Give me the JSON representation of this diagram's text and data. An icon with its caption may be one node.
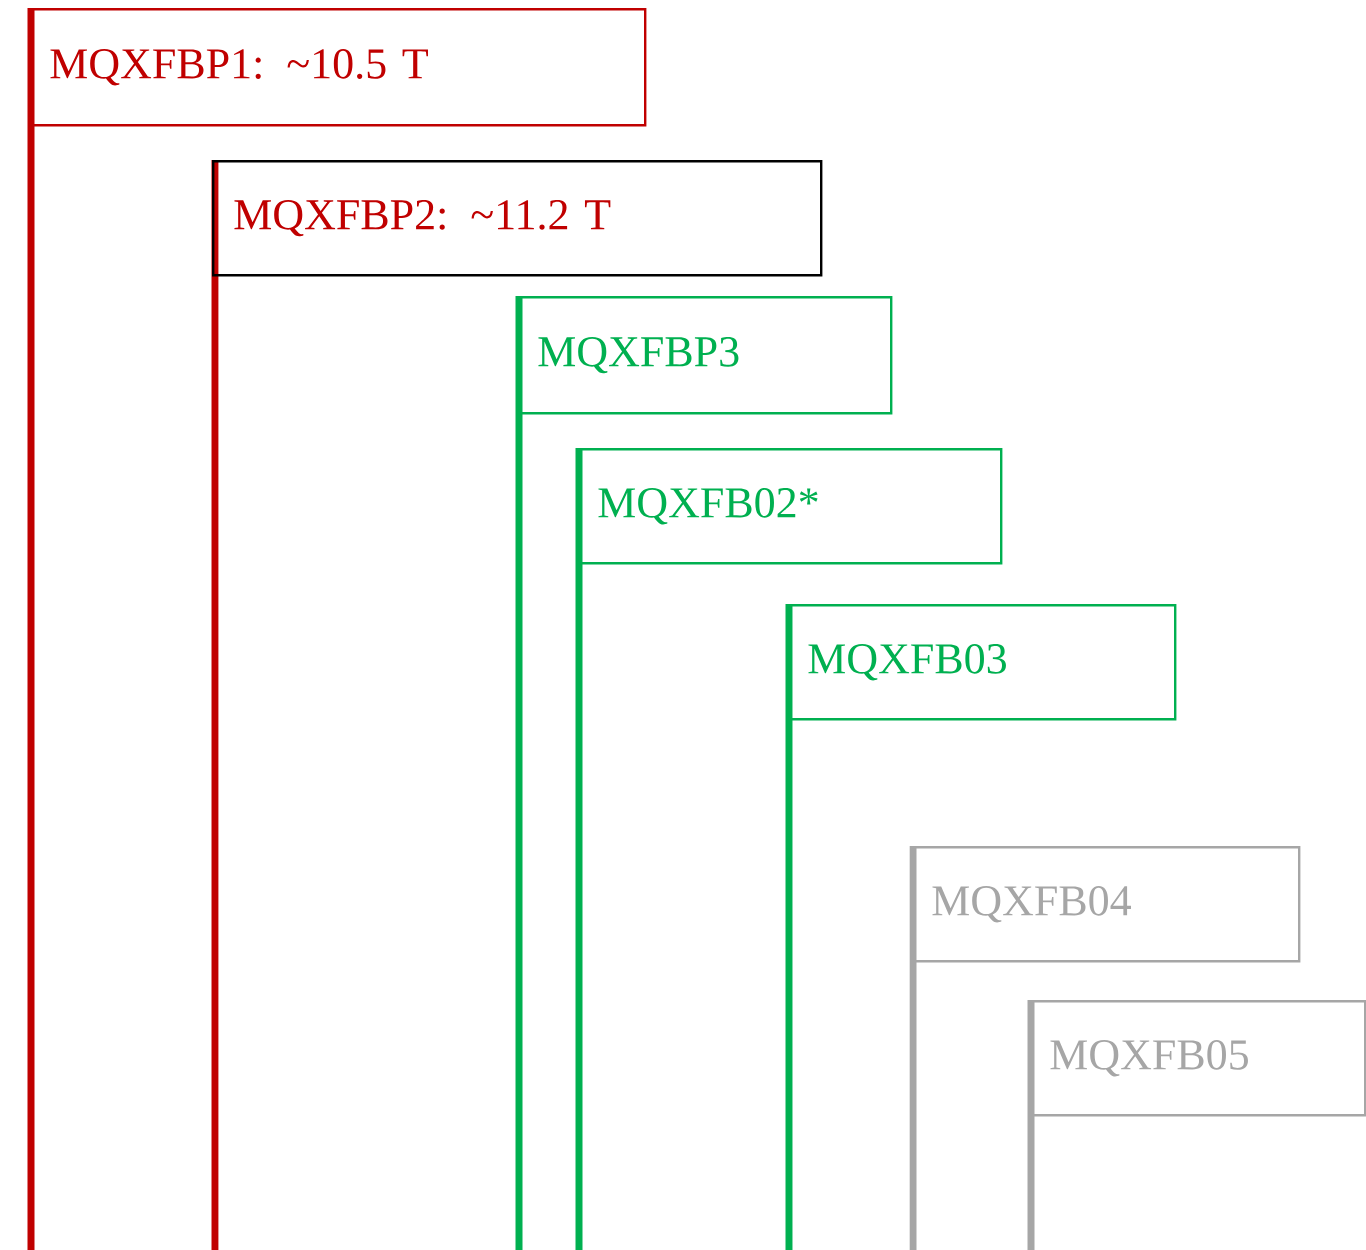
{
  "diagram": {
    "nodes": [
      {
        "text": [
          "MQXFBP1: ~10.5 T"
        ]
      },
      {
        "text": [
          "MQXFBP2: ~11.2 T"
        ]
      },
      {
        "text": [
          "MQXFBP3"
        ]
      },
      {
        "text": [
          "MQXFB02*"
        ]
      },
      {
        "text": [
          "MQXFB03"
        ]
      },
      {
        "text": [
          "MQXFB04"
        ]
      },
      {
        "text": [
          "MQXFB05"
        ]
      }
    ]
  }
}
